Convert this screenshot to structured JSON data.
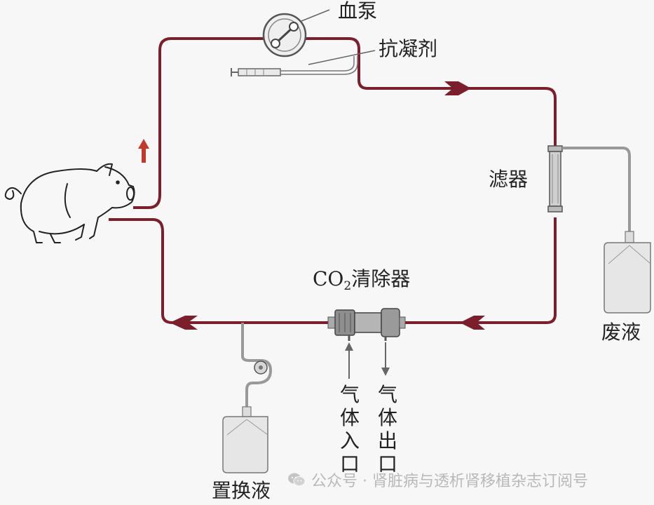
{
  "labels": {
    "blood_pump": "血泵",
    "anticoagulant": "抗凝剂",
    "filter": "滤器",
    "waste_fluid": "废液",
    "co2_prefix": "CO",
    "co2_sub": "2",
    "co2_suffix": "清除器",
    "gas_inlet": "气体入口",
    "gas_outlet": "气体出口",
    "replacement_fluid": "置换液"
  },
  "watermark": {
    "icon": "wechat-icon",
    "text": "公众号 · 肾脏病与透析肾移植杂志订阅号"
  },
  "colors": {
    "circuit_line": "#7a1f2b",
    "arrow": "#7a1f2b",
    "up_arrow": "#c0392b",
    "device_gray": "#8a8a8a",
    "bag_fill": "#e6e6e6"
  }
}
